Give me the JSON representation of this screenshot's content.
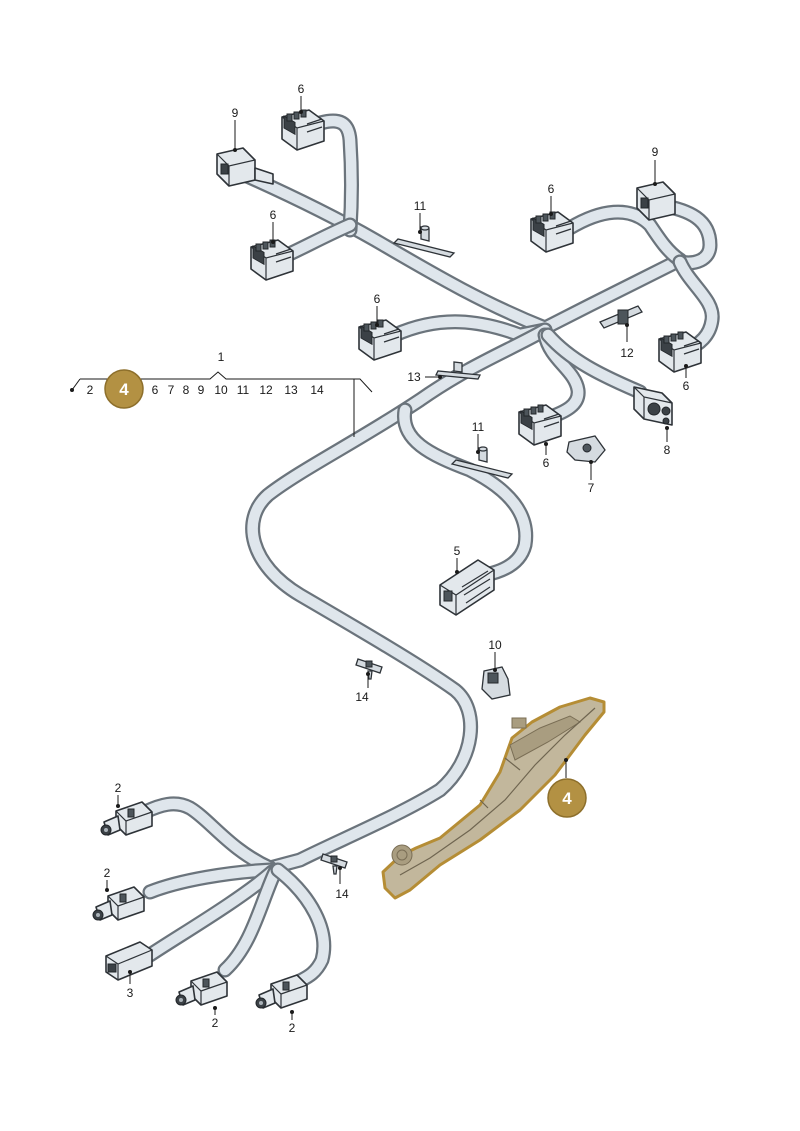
{
  "diagram": {
    "callouts": {
      "item_1": "1",
      "group_row": [
        "2",
        "6",
        "7",
        "8",
        "9",
        "10",
        "11",
        "12",
        "13",
        "14"
      ],
      "highlight_badge": "4",
      "part_badge": "4",
      "connector_9_left": "9",
      "connector_9_right": "9",
      "connector_6_top": "6",
      "connector_6_left": "6",
      "connector_6_upper_right": "6",
      "connector_6_mid": "6",
      "connector_6_right": "6",
      "connector_6_center": "6",
      "clip_11_top": "11",
      "clip_11_mid": "11",
      "clip_12": "12",
      "clip_13": "13",
      "connector_8": "8",
      "clip_7": "7",
      "connector_5": "5",
      "clip_10": "10",
      "clip_14_mid": "14",
      "clip_14_low": "14",
      "connector_2_a": "2",
      "connector_2_b": "2",
      "connector_2_c": "2",
      "connector_2_d": "2",
      "connector_3": "3"
    },
    "colors": {
      "harness_fill": "#dfe6ec",
      "harness_outline": "#6b747c",
      "highlight_gold": "#b39143",
      "trim_panel": "#c2b79c"
    }
  }
}
